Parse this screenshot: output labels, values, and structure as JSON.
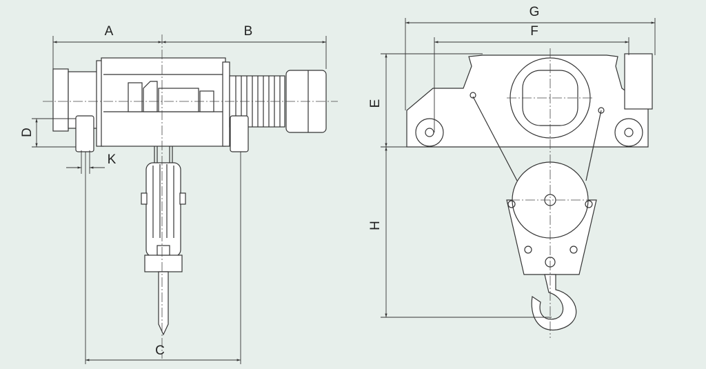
{
  "dimension_labels": {
    "A": "A",
    "B": "B",
    "C": "C",
    "D": "D",
    "K": "K",
    "E": "E",
    "F": "F",
    "G": "G",
    "H": "H"
  },
  "colors": {
    "background": "#e7efeb",
    "line": "#333333",
    "fill": "#ffffff"
  }
}
